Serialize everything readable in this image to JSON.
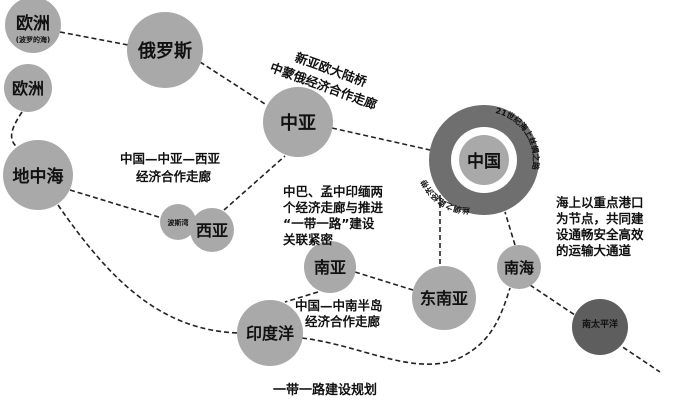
{
  "nodes": {
    "europe_baltic": {
      "name": "欧洲",
      "sub": "(波罗的海)"
    },
    "russia": {
      "name": "俄罗斯"
    },
    "europe": {
      "name": "欧洲"
    },
    "mediterranean": {
      "name": "地中海"
    },
    "central_asia": {
      "name": "中亚"
    },
    "china": {
      "name": "中国",
      "ring_left": "丝绸之路经济带",
      "ring_right": "21世纪海上丝绸之路"
    },
    "persian_gulf": {
      "name": "波斯湾"
    },
    "west_asia": {
      "name": "西亚"
    },
    "south_asia": {
      "name": "南亚"
    },
    "southeast_asia": {
      "name": "东南亚"
    },
    "south_china_sea": {
      "name": "南海"
    },
    "indian_ocean": {
      "name": "印度洋"
    },
    "south_pacific": {
      "name": "南太平洋"
    }
  },
  "notes": {
    "bridge": [
      "新亚欧大陆桥",
      "中蒙俄经济合作走廊"
    ],
    "cawa": [
      "中国—中亚—西亚",
      "经济合作走廊"
    ],
    "corridors": [
      "中巴、孟中印缅两",
      "个经济走廊与推进",
      "“一带一路”建设",
      "关联紧密"
    ],
    "maritime": [
      "海上以重点港口",
      "为节点，共同建",
      "设通畅安全高效",
      "的运输大通道"
    ],
    "indochina": [
      "中国—中南半岛",
      "经济合作走廊"
    ]
  },
  "caption": "一带一路建设规划"
}
